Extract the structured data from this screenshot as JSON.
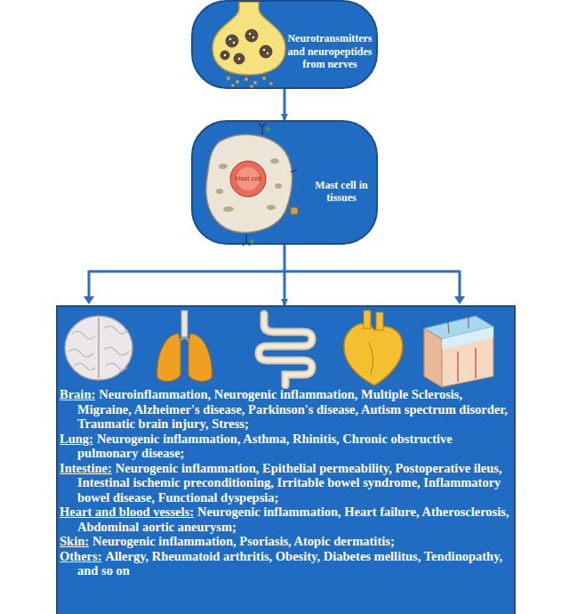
{
  "diagram": {
    "nodes": [
      {
        "text": [
          "Neurotransmitters and neuropeptides from nerves"
        ]
      },
      {
        "text": [
          "Mast cell in tissues"
        ]
      },
      {
        "text": [
          "Brain:",
          "Neuroinflammation, Neurogenic inflammation, Multiple Sclerosis, Migraine, Alzheimer's disease, Parkinson's disease, Autism spectrum disorder, Traumatic brain injury, Stress;",
          "Lung:",
          "Neurogenic inflammation, Asthma, Rhinitis, Chronic obstructive pulmonary disease;",
          "Intestine:",
          "Neurogenic inflammation, Epithelial permeability, Postoperative ileus, Intestinal ischemic preconditioning, Irritable bowel syndrome, Inflammatory bowel disease, Functional dyspepsia;",
          "Heart and blood vessels:",
          "Neurogenic inflammation, Heart failure, Atherosclerosis, Abdominal aortic aneurysm;",
          "Skin:",
          "Neurogenic inflammation, Psoriasis, Atopic dermatitis;",
          "Others:",
          "Allergy, Rheumatoid arthritis, Obesity, Diabetes mellitus, Tendinopathy, and so on"
        ]
      }
    ],
    "edges": [
      {
        "from": 0,
        "to": 1,
        "arrow": "to"
      },
      {
        "from": 1,
        "to": 2,
        "arrow": "to"
      }
    ],
    "labels": [
      "Mast cell"
    ]
  }
}
